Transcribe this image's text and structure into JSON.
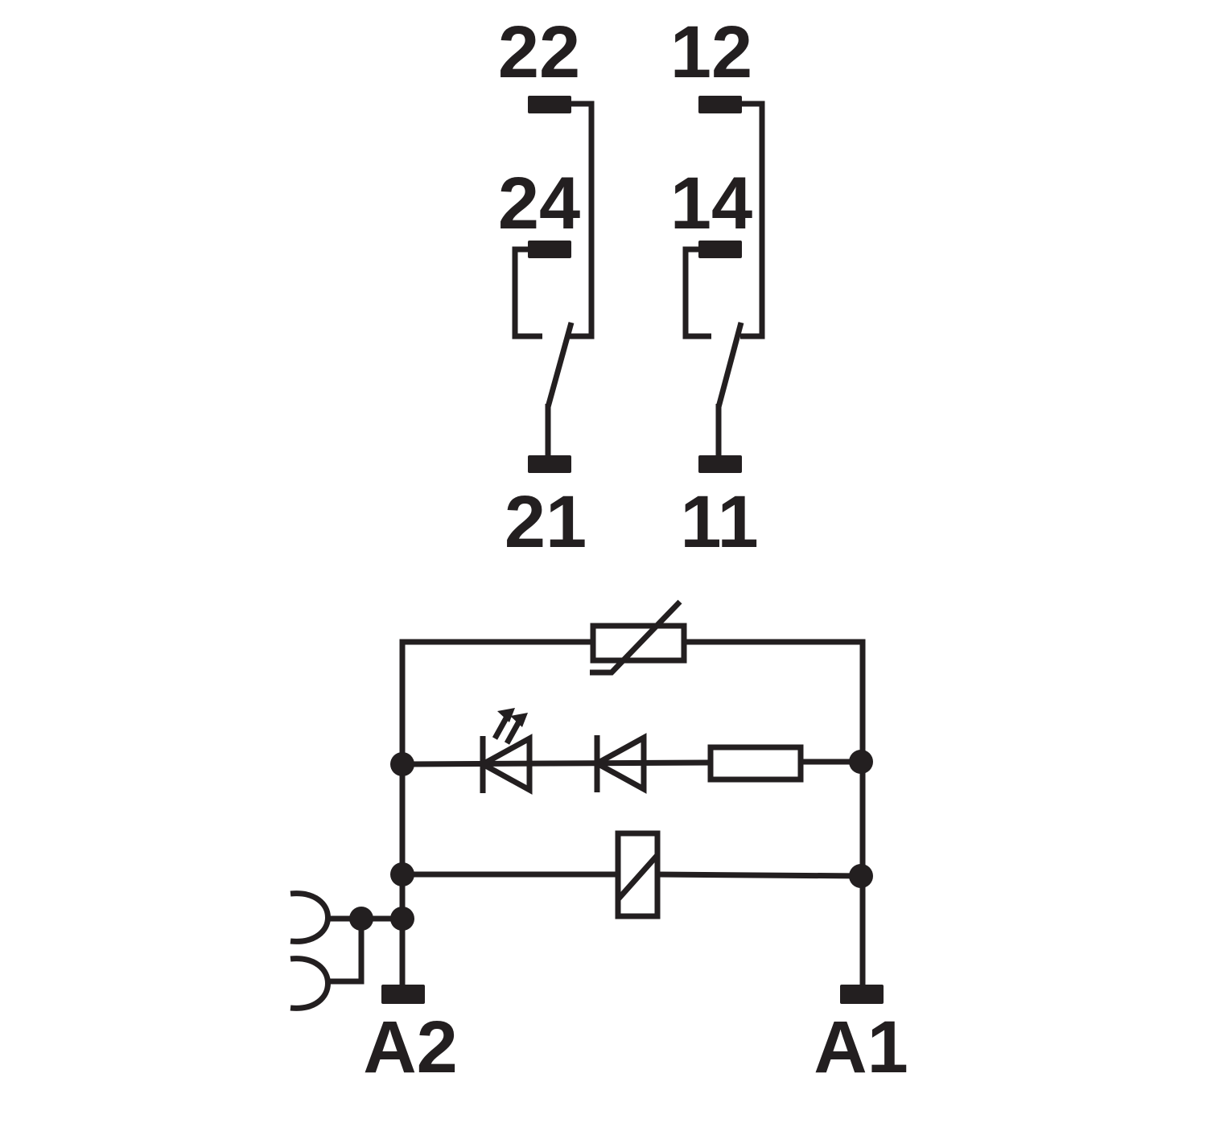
{
  "terminals": {
    "t22": "22",
    "t12": "12",
    "t24": "24",
    "t14": "14",
    "t21": "21",
    "t11": "11",
    "a2": "A2",
    "a1": "A1"
  },
  "colors": {
    "ink": "#231f20",
    "background": "#ffffff"
  },
  "components": [
    "varistor-icon",
    "led-icon",
    "diode-icon",
    "resistor-icon",
    "relay-coil-icon",
    "bridge-connector-icon",
    "changeover-contact-icon"
  ]
}
